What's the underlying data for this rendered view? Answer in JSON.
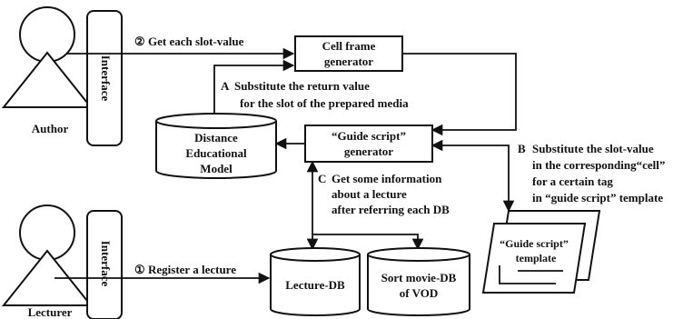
{
  "actors": {
    "author": "Author",
    "lecturer": "Lecturer"
  },
  "interfaces": {
    "top": "Interface",
    "bottom": "Interface"
  },
  "boxes": {
    "cell_frame": [
      "Cell frame",
      "generator"
    ],
    "guide_script_gen": [
      "“Guide script”",
      "generator"
    ]
  },
  "databases": {
    "distance_model": [
      "Distance",
      "Educational",
      "Model"
    ],
    "lecture_db": "Lecture-DB",
    "sort_movie_db": [
      "Sort movie-DB",
      "of VOD"
    ]
  },
  "template": [
    "“Guide script”",
    "template"
  ],
  "annotations": {
    "get_slot": "Get each slot-value",
    "register": "Register a lecture",
    "substitute_return": [
      "Substitute the return value",
      "for the slot of the prepared media"
    ],
    "get_info": [
      "Get some information",
      "about a lecture",
      "after referring each DB"
    ],
    "substitute_slot": [
      "Substitute the slot-value",
      "in the corresponding“cell”",
      "for a certain tag",
      "in “guide script” template"
    ]
  },
  "markers": {
    "get_slot": "②",
    "register": "①",
    "substitute_return": "A",
    "get_info": "C",
    "substitute_slot": "B"
  }
}
